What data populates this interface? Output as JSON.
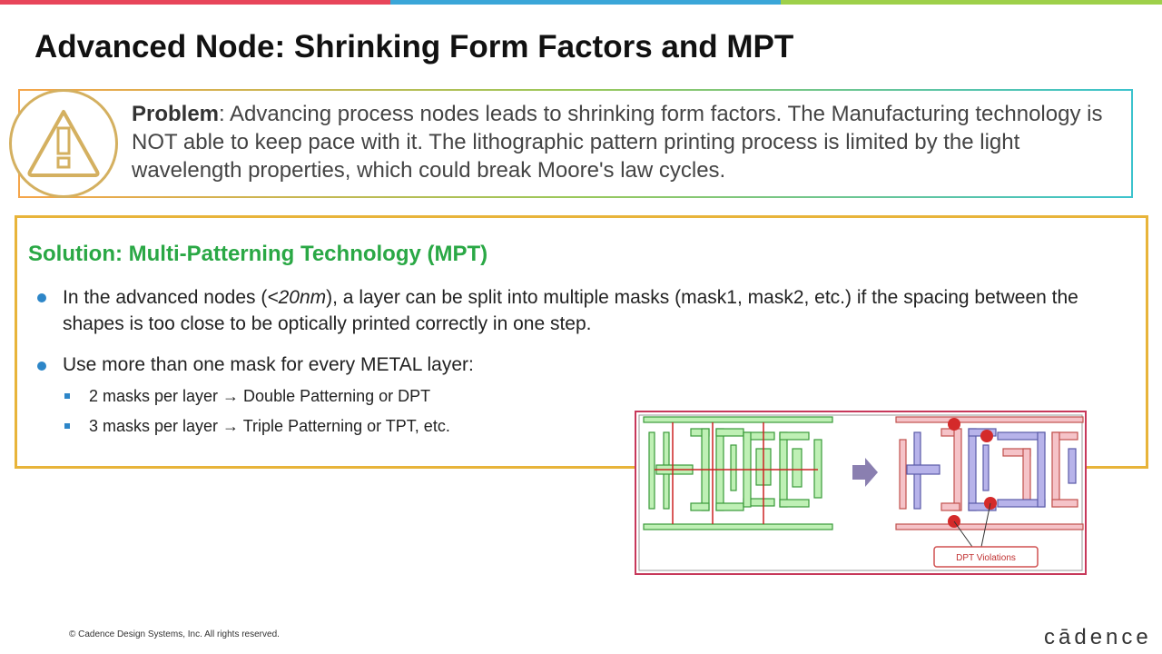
{
  "colors": {
    "accent_green": "#2aa845",
    "accent_blue": "#2d86c8",
    "solution_border": "#e8b43a",
    "figure_border": "#c7385a"
  },
  "slide": {
    "title": "Advanced Node: Shrinking Form Factors and MPT",
    "problem": {
      "label": "Problem",
      "text": ": Advancing process nodes leads to shrinking form factors. The Manufacturing technology is NOT able to keep pace with it. The lithographic pattern printing process is limited by the light wavelength properties, which could break Moore's law cycles.",
      "icon": "warning-icon"
    },
    "solution": {
      "title": "Solution: Multi-Patterning Technology (MPT)",
      "bullet1_pre": "In the advanced nodes (",
      "bullet1_em": "<20nm",
      "bullet1_post": "), a layer can be split into multiple masks (mask1, mask2, etc.) if the spacing between the shapes is too close to be optically printed correctly in one step.",
      "bullet2": "Use more than one mask for every METAL layer:",
      "sub1": "2 masks per layer → Double Patterning or DPT",
      "sub2": "3 masks per layer → Triple Patterning or TPT, etc."
    },
    "figure": {
      "callout": "DPT Violations"
    },
    "footer": "© Cadence Design Systems, Inc. All rights reserved.",
    "logo": "cādence"
  }
}
